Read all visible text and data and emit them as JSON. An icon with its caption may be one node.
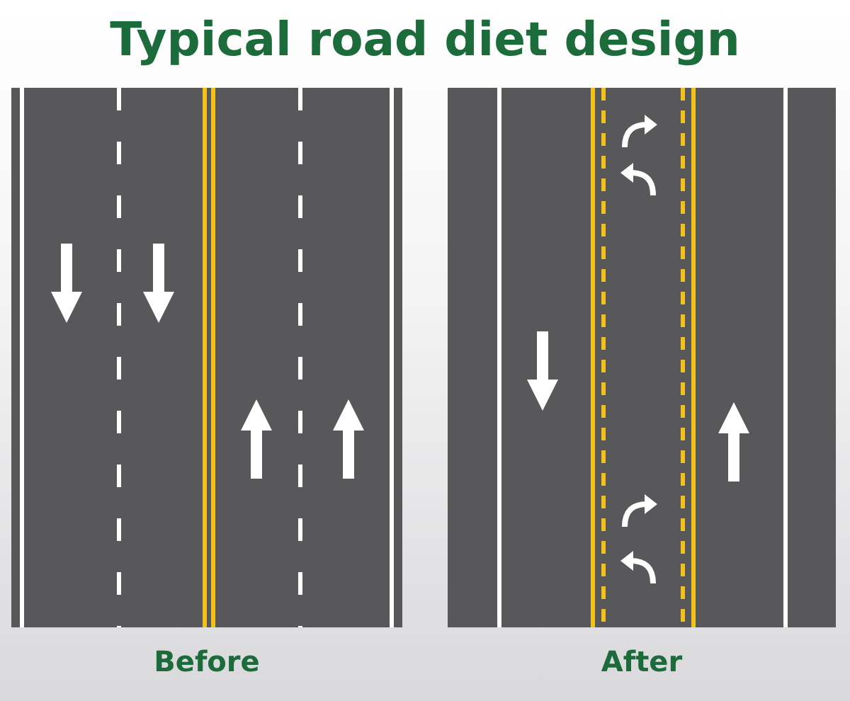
{
  "diagram": {
    "title": "Typical road diet design",
    "labels": [
      "Before",
      "After"
    ]
  }
}
